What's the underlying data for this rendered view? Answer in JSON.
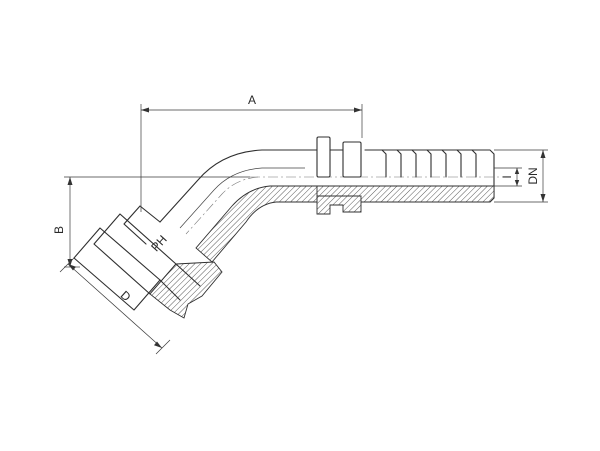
{
  "dimension_labels": {
    "a": "A",
    "b": "B",
    "d": "D",
    "ph": "PH",
    "i": "I",
    "dn": "DN"
  }
}
